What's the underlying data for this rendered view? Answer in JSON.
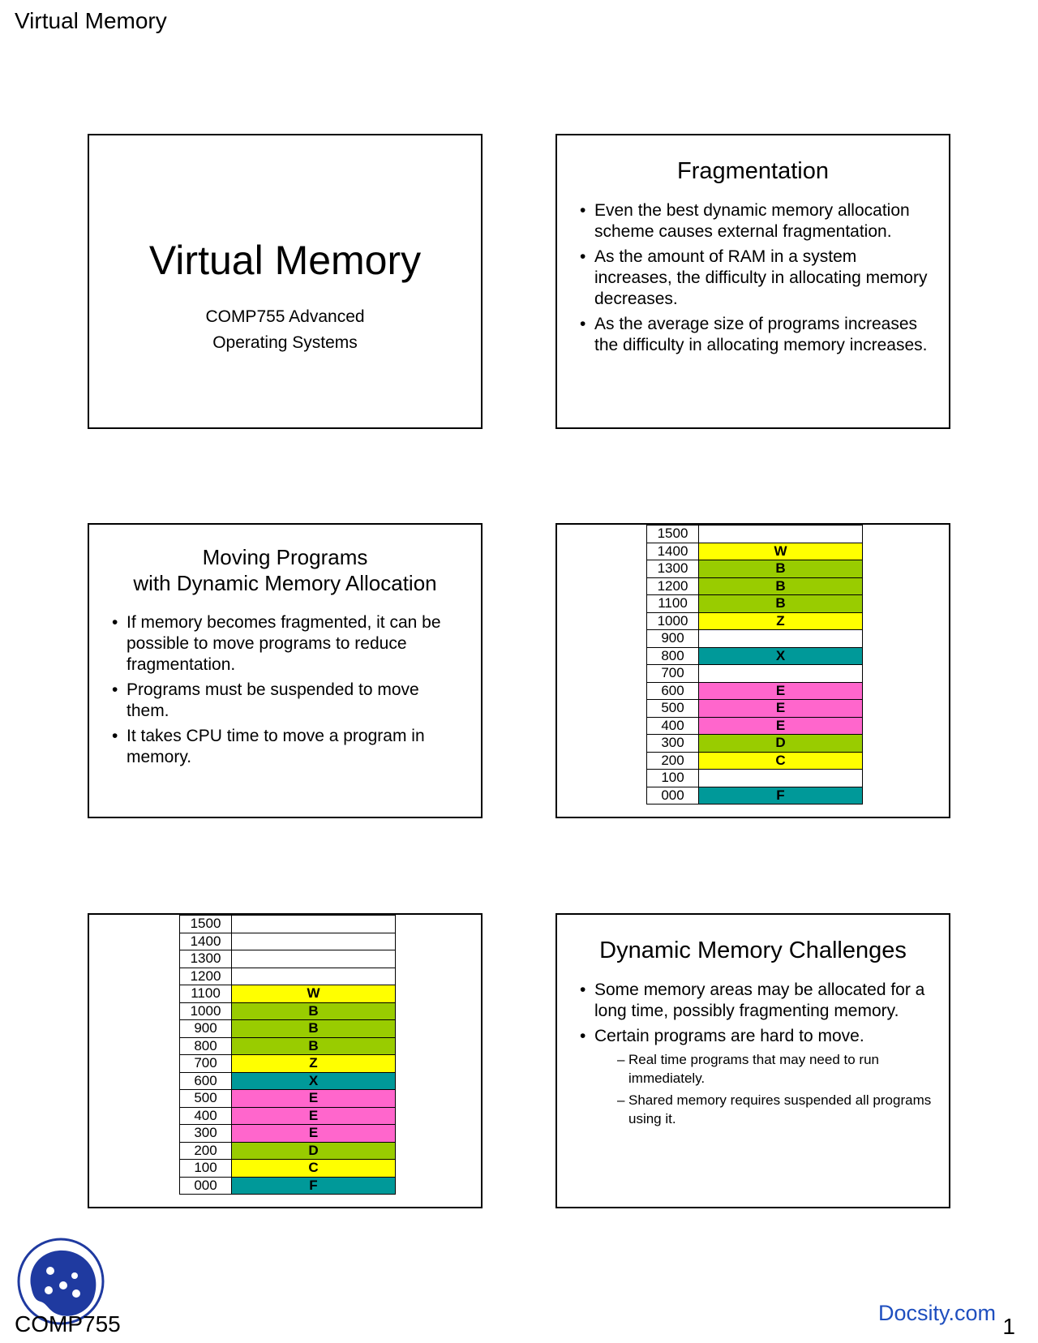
{
  "header": {
    "title": "Virtual Memory"
  },
  "colors": {
    "yellow": "#ffff00",
    "green": "#99cc00",
    "teal": "#009999",
    "pink": "#ff66cc",
    "white": "#ffffff",
    "link": "#1f4fbf"
  },
  "slide1": {
    "title": "Virtual Memory",
    "subtitle_line1": "COMP755 Advanced",
    "subtitle_line2": "Operating Systems"
  },
  "slide2": {
    "title": "Fragmentation",
    "bullets": [
      "Even the best dynamic memory allocation scheme causes external fragmentation.",
      "As the amount of RAM in a system increases, the difficulty in allocating memory decreases.",
      "As the average size of programs increases the difficulty in allocating memory increases."
    ]
  },
  "slide3": {
    "title_line1": "Moving Programs",
    "title_line2": "with Dynamic Memory Allocation",
    "bullets": [
      "If memory becomes fragmented, it can be possible to move programs to reduce fragmentation.",
      "Programs must be suspended to move them.",
      "It takes CPU time to move a program in memory."
    ]
  },
  "slide4": {
    "rows": [
      {
        "addr": "1500",
        "label": "",
        "color": "#ffffff"
      },
      {
        "addr": "1400",
        "label": "W",
        "color": "#ffff00"
      },
      {
        "addr": "1300",
        "label": "B",
        "color": "#99cc00"
      },
      {
        "addr": "1200",
        "label": "B",
        "color": "#99cc00"
      },
      {
        "addr": "1100",
        "label": "B",
        "color": "#99cc00"
      },
      {
        "addr": "1000",
        "label": "Z",
        "color": "#ffff00"
      },
      {
        "addr": "900",
        "label": "",
        "color": "#ffffff"
      },
      {
        "addr": "800",
        "label": "X",
        "color": "#009999"
      },
      {
        "addr": "700",
        "label": "",
        "color": "#ffffff"
      },
      {
        "addr": "600",
        "label": "E",
        "color": "#ff66cc"
      },
      {
        "addr": "500",
        "label": "E",
        "color": "#ff66cc"
      },
      {
        "addr": "400",
        "label": "E",
        "color": "#ff66cc"
      },
      {
        "addr": "300",
        "label": "D",
        "color": "#99cc00"
      },
      {
        "addr": "200",
        "label": "C",
        "color": "#ffff00"
      },
      {
        "addr": "100",
        "label": "",
        "color": "#ffffff"
      },
      {
        "addr": "000",
        "label": "F",
        "color": "#009999"
      }
    ]
  },
  "slide5": {
    "rows": [
      {
        "addr": "1500",
        "label": "",
        "color": "#ffffff"
      },
      {
        "addr": "1400",
        "label": "",
        "color": "#ffffff"
      },
      {
        "addr": "1300",
        "label": "",
        "color": "#ffffff"
      },
      {
        "addr": "1200",
        "label": "",
        "color": "#ffffff"
      },
      {
        "addr": "1100",
        "label": "W",
        "color": "#ffff00"
      },
      {
        "addr": "1000",
        "label": "B",
        "color": "#99cc00"
      },
      {
        "addr": "900",
        "label": "B",
        "color": "#99cc00"
      },
      {
        "addr": "800",
        "label": "B",
        "color": "#99cc00"
      },
      {
        "addr": "700",
        "label": "Z",
        "color": "#ffff00"
      },
      {
        "addr": "600",
        "label": "X",
        "color": "#009999"
      },
      {
        "addr": "500",
        "label": "E",
        "color": "#ff66cc"
      },
      {
        "addr": "400",
        "label": "E",
        "color": "#ff66cc"
      },
      {
        "addr": "300",
        "label": "E",
        "color": "#ff66cc"
      },
      {
        "addr": "200",
        "label": "D",
        "color": "#99cc00"
      },
      {
        "addr": "100",
        "label": "C",
        "color": "#ffff00"
      },
      {
        "addr": "000",
        "label": "F",
        "color": "#009999"
      }
    ]
  },
  "slide6": {
    "title": "Dynamic Memory Challenges",
    "bullets": [
      "Some memory areas may be allocated for a long time, possibly fragmenting memory.",
      "Certain programs are hard to move."
    ],
    "sub_bullets": [
      "Real time programs that may need to run immediately.",
      "Shared memory requires suspended all programs using it."
    ]
  },
  "footer": {
    "course": "COMP755",
    "site": "Docsity.com",
    "page": "1"
  },
  "logo": {
    "icon": "docsity-logo-icon"
  }
}
